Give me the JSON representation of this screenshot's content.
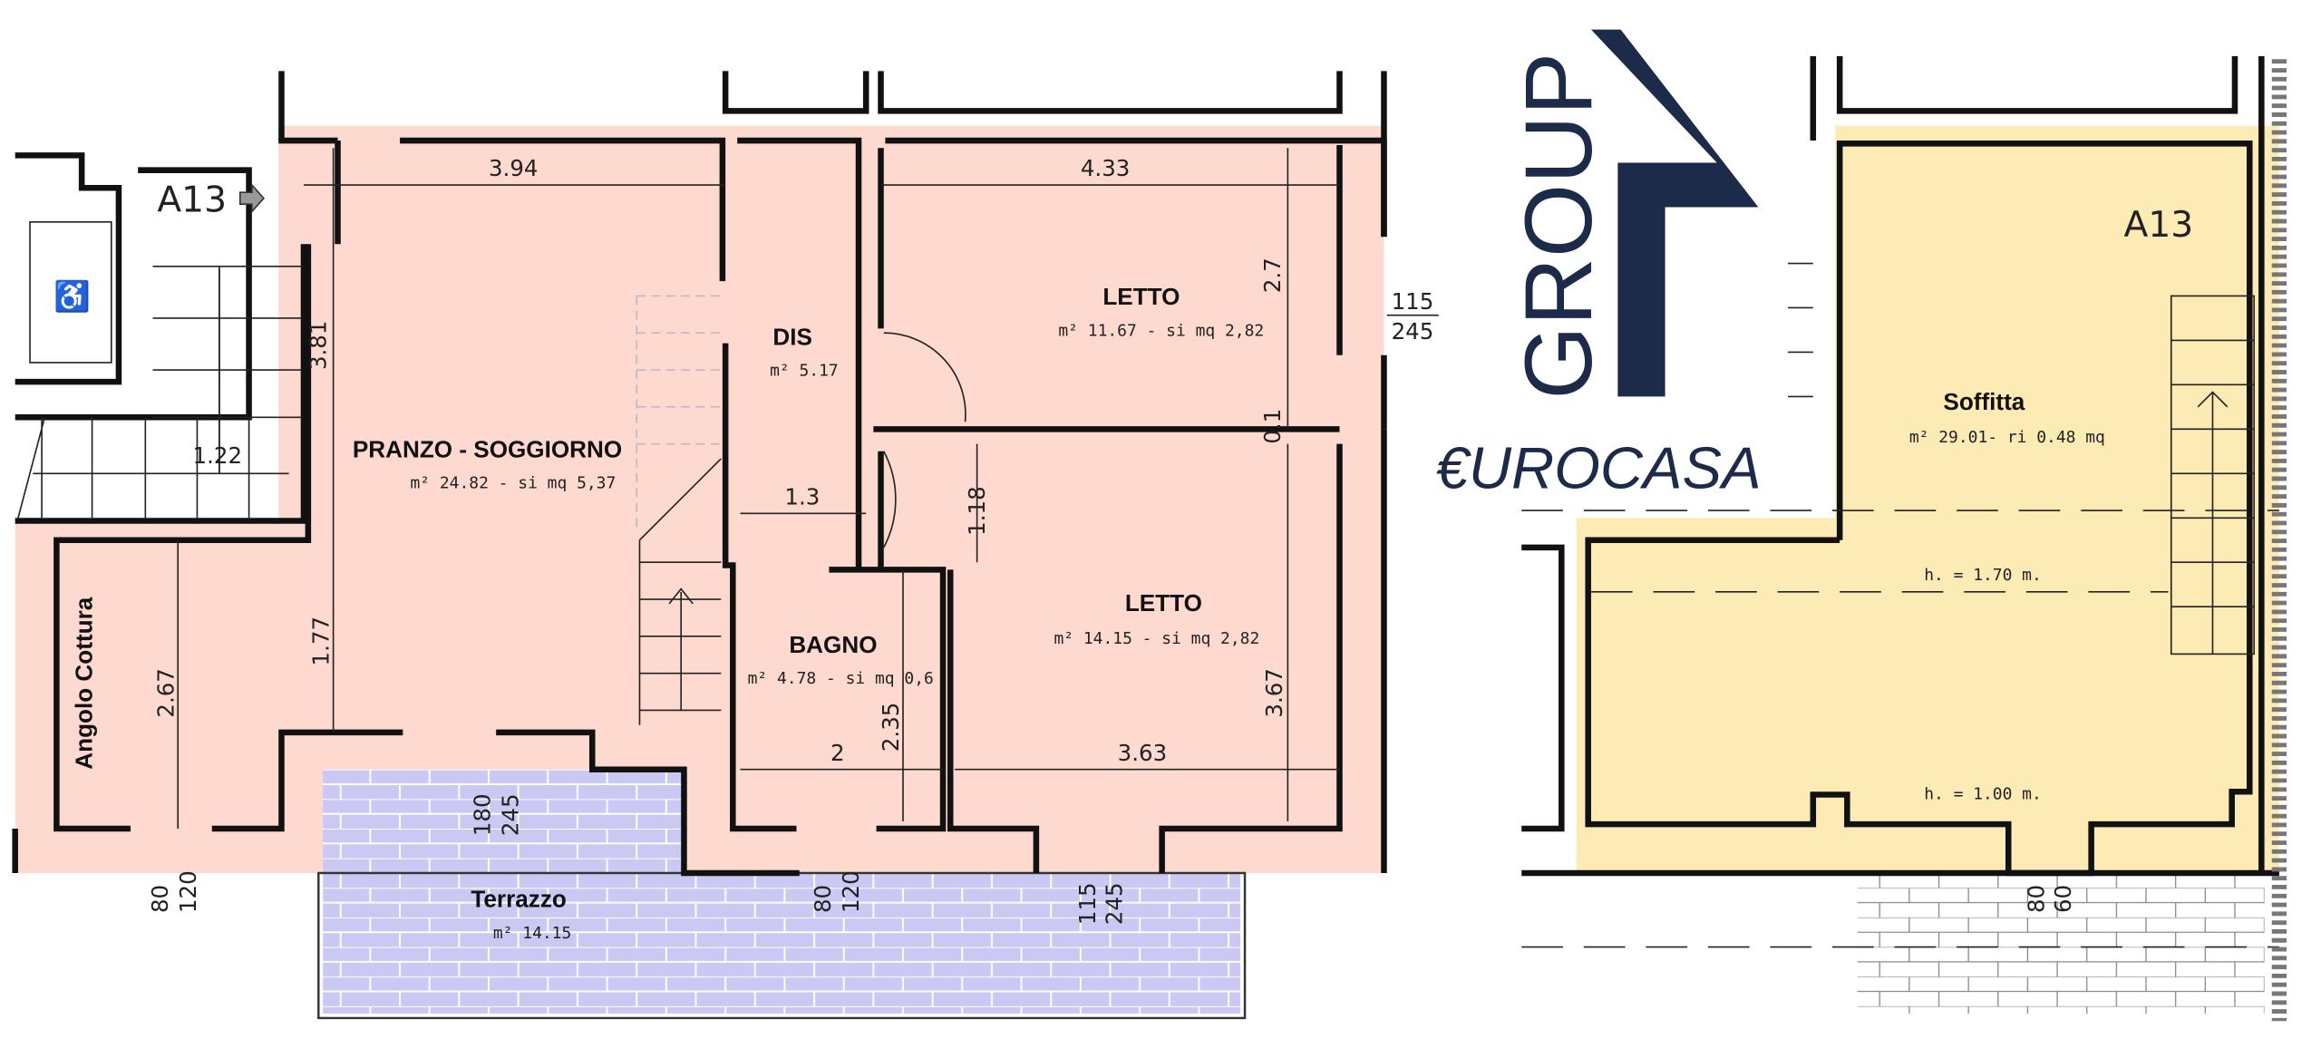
{
  "colors": {
    "living_fill": "#fdd9cf",
    "terrace_fill": "#c9c9f4",
    "attic_fill": "#fdebb6",
    "logo": "#1c2b4a"
  },
  "logo": {
    "group": "GROUP",
    "brand": "€UROCASA"
  },
  "floor_plan": {
    "unit_label": "A13",
    "rooms": [
      {
        "name": "PRANZO - SOGGIORNO",
        "area": "m² 24.82 - si mq 5,37"
      },
      {
        "name": "DIS",
        "area": "m² 5.17"
      },
      {
        "name": "LETTO",
        "area": "m² 11.67 - si mq 2,82"
      },
      {
        "name": "LETTO",
        "area": "m² 14.15 - si mq 2,82"
      },
      {
        "name": "BAGNO",
        "area": "m² 4.78 - si mq 0,6"
      },
      {
        "name": "Angolo Cottura",
        "area": ""
      },
      {
        "name": "Terrazzo",
        "area": "m² 14.15"
      }
    ],
    "dimensions": {
      "d394": "3.94",
      "d433": "4.33",
      "d27": "2.7",
      "d381": "3.81",
      "d122": "1.22",
      "d13": "1.3",
      "d118": "1.18",
      "d01": "0.1",
      "d367": "3.67",
      "d267": "2.67",
      "d177": "1.77",
      "d235": "2.35",
      "d2": "2",
      "d363": "3.63"
    },
    "windows": [
      {
        "w": "115",
        "h": "245"
      },
      {
        "w": "180",
        "h": "245"
      },
      {
        "w": "80",
        "h": "120"
      },
      {
        "w": "80",
        "h": "120"
      },
      {
        "w": "115",
        "h": "245"
      }
    ]
  },
  "attic_plan": {
    "unit_label": "A13",
    "room": {
      "name": "Soffitta",
      "area": "m² 29.01- ri 0.48 mq"
    },
    "height_high": "h. = 1.70 m.",
    "height_low": "h. = 1.00 m.",
    "window": {
      "w": "80",
      "h": "60"
    }
  }
}
